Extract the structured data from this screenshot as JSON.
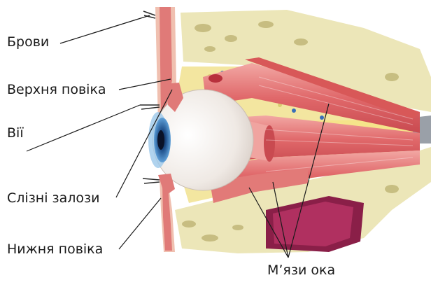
{
  "labels": {
    "eyebrows": "Брови",
    "upper_eyelid": "Верхня повіка",
    "eyelashes": "Вії",
    "lacrimal_glands": "Слізні залози",
    "lower_eyelid": "Нижня повіка",
    "eye_muscles": "М’язи ока"
  },
  "colors": {
    "bone": "#ece6b8",
    "bone_spots": "#b8ad6a",
    "fat": "#f3e6a0",
    "muscle": "#e0686a",
    "muscle_light": "#f2a8a4",
    "skin": "#f0c0b0",
    "iris": "#3b7fc0",
    "sclera": "#f5f2ef",
    "nerve": "#f5e48a",
    "sinus": "#b03060",
    "leader": "#1a1a1a"
  }
}
